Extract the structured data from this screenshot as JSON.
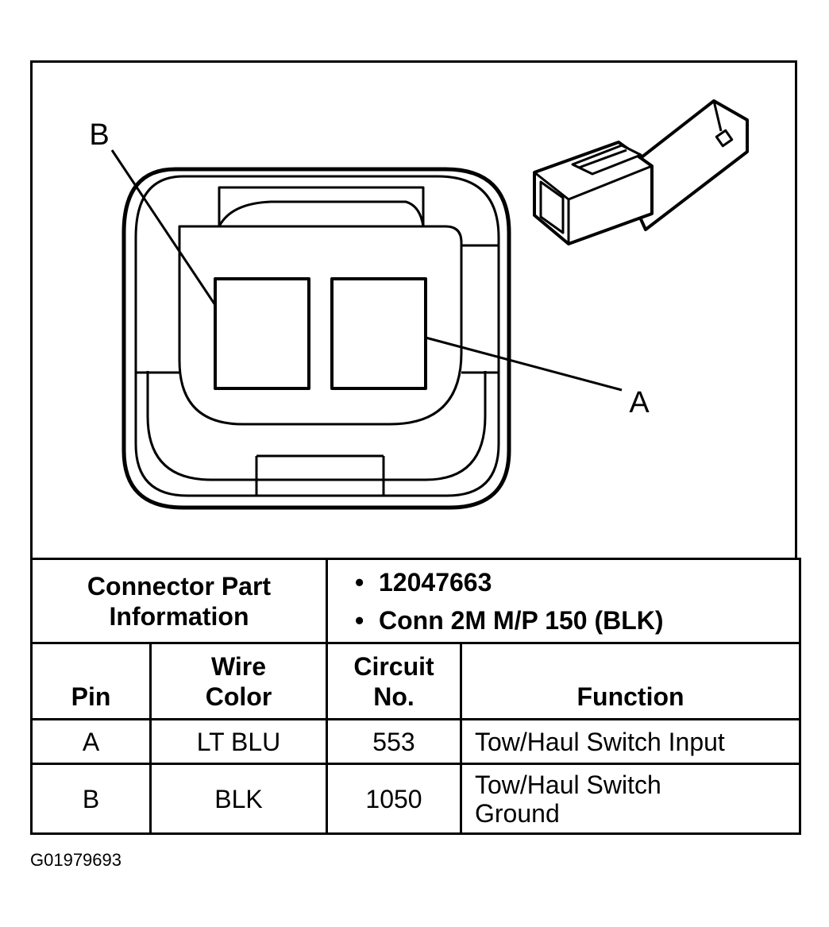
{
  "diagram": {
    "callouts": {
      "a": "A",
      "b": "B"
    }
  },
  "part_info": {
    "label": "Connector Part Information",
    "items": [
      "12047663",
      "Conn 2M M/P 150 (BLK)"
    ]
  },
  "table": {
    "headers": {
      "pin": "Pin",
      "wire_color": "Wire Color",
      "circuit": "Circuit No.",
      "function": "Function"
    },
    "rows": [
      {
        "pin": "A",
        "wire_color": "LT BLU",
        "circuit": "553",
        "function": "Tow/Haul Switch Input"
      },
      {
        "pin": "B",
        "wire_color": "BLK",
        "circuit": "1050",
        "function": "Tow/Haul Switch Ground"
      }
    ]
  },
  "figure_id": "G01979693"
}
